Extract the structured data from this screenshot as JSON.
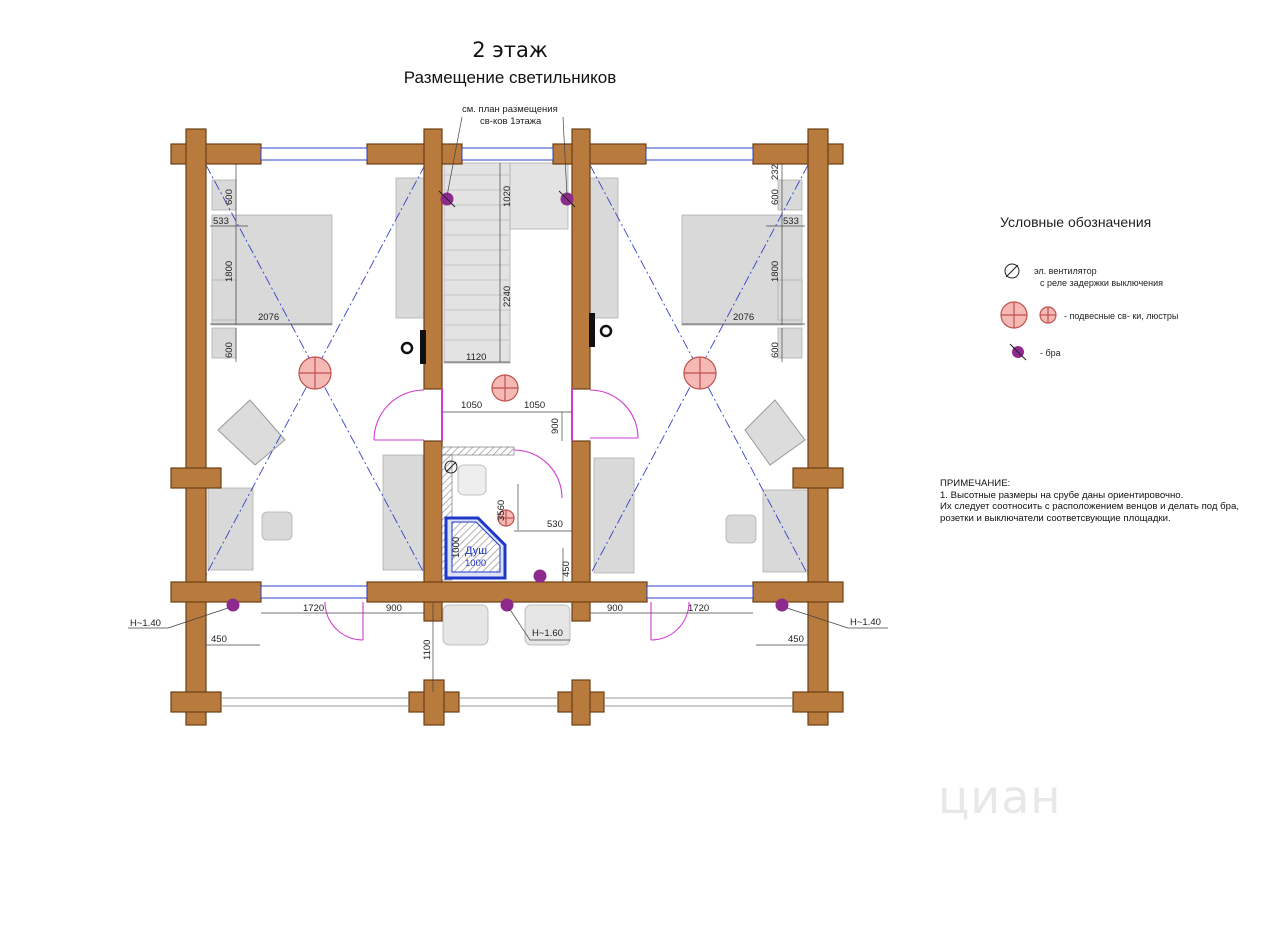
{
  "header": {
    "title": "2 этаж",
    "subtitle": "Размещение светильников"
  },
  "callout": {
    "line1": "см. план размещения",
    "line2": "св-ков 1этажа"
  },
  "dimensions": {
    "d600_tl": "600",
    "d533_l": "533",
    "d1800_l": "1800",
    "d2076_l": "2076",
    "d600_ml": "600",
    "d1020": "1020",
    "d2240": "2240",
    "d1120": "1120",
    "d1050_a": "1050",
    "d1050_b": "1050",
    "d900_v": "900",
    "d3560": "3560",
    "d530": "530",
    "d1000_v": "1000",
    "d450_c": "450",
    "d600_tr": "600",
    "d232": "232",
    "d533_r": "533",
    "d1800_r": "1800",
    "d2076_r": "2076",
    "d600_mr": "600",
    "d1720_l": "1720",
    "d900_l": "900",
    "d900_r": "900",
    "d1720_r": "1720",
    "d450_l": "450",
    "d450_r": "450",
    "d1100": "1100"
  },
  "labels": {
    "shower_line1": "Душ",
    "shower_line2": "1000",
    "height_left": "H~1.40",
    "height_right": "H~1.40",
    "height_center": "H~1.60"
  },
  "legend": {
    "title": "Условные обозначения",
    "fan_line1": "эл. вентилятор",
    "fan_line2": "с реле задержки выключения",
    "pendant": "- подвесные св- ки, люстры",
    "sconce": "- бра"
  },
  "note": {
    "heading": "ПРИМЕЧАНИЕ:",
    "line1": "1. Высотные размеры на срубе даны ориентировочно.",
    "line2": "Их следует соотносить с расположением венцов и делать под бра,",
    "line3": " розетки и выключатели соответсвующие площадки."
  },
  "watermark": "циан",
  "colors": {
    "log_wall": "#b97a3e",
    "log_wall_edge": "#6b3f14",
    "pendant_fill": "#f4b9b4",
    "pendant_stroke": "#c0504d",
    "sconce_fill": "#8e2a8e",
    "shower_outline": "#1f37c8",
    "door_swing": "#d23bd2",
    "diagonal": "#3344cc",
    "furniture": "#d9d9d9"
  }
}
